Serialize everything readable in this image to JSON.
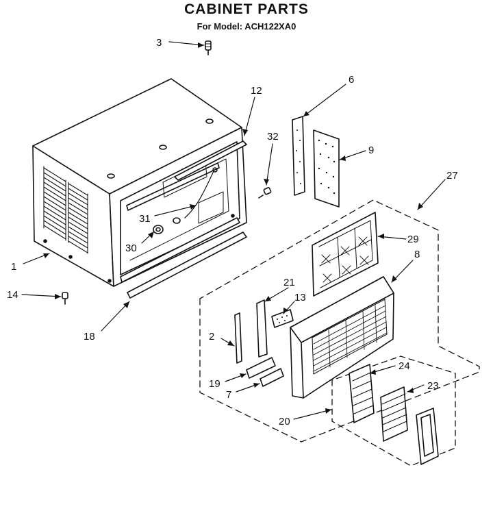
{
  "header": {
    "title": "CABINET PARTS",
    "model_line": "For Model: ACH122XA0"
  },
  "callouts": [
    "3",
    "12",
    "6",
    "9",
    "32",
    "27",
    "31",
    "29",
    "30",
    "8",
    "1",
    "14",
    "21",
    "13",
    "18",
    "2",
    "24",
    "23",
    "19",
    "7",
    "20"
  ]
}
